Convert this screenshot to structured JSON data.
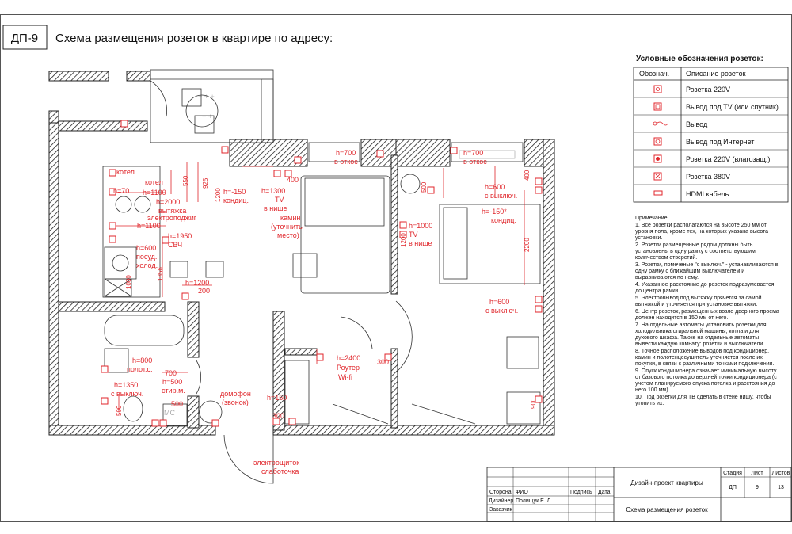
{
  "header": {
    "sheet_code": "ДП-9",
    "title": "Схема размещения розеток в квартире по адресу:"
  },
  "legend": {
    "title": "Условные обозначения розеток:",
    "col_symbol": "Обознач.",
    "col_desc": "Описание розеток",
    "rows": [
      {
        "icon": "socket-220v-icon",
        "label": "Розетка 220V"
      },
      {
        "icon": "tv-outlet-icon",
        "label": "Вывод под TV (или спутник)"
      },
      {
        "icon": "wire-outlet-icon",
        "label": "Вывод"
      },
      {
        "icon": "internet-outlet-icon",
        "label": "Вывод под Интернет"
      },
      {
        "icon": "waterproof-socket-icon",
        "label": "Розетка 220V (влагозащ.)"
      },
      {
        "icon": "socket-380v-icon",
        "label": "Розетка 380V"
      },
      {
        "icon": "hdmi-cable-icon",
        "label": "HDMI кабель"
      }
    ]
  },
  "notes": {
    "heading": "Примечание:",
    "lines": [
      "1. Все розетки располагаются на высоте 250 мм от",
      "уровня пола, кроме тех, на которых указана высота",
      "установки.",
      "2. Розетки размещенные рядом должны быть",
      "установлены в одну рамку с соответствующим",
      "количеством отверстий.",
      "3. Розетки, помеченые \"с выключ.\" - устанавливаются в",
      "одну рамку с ближайшим выключателем и",
      "выравниваются по нему.",
      "4. Указанное расстояние до розеток подразумевается",
      "до центра рамки.",
      "5. Электровывод под вытяжку прячется за самой",
      "вытяжкой и уточняется при установке вытяжки.",
      "6. Центр розеток, размещенных возле дверного проема",
      "должен находится в 150 мм от него.",
      "7. На отдельные автоматы установить розетки для:",
      "холодильника,стиральной машины, котла и для",
      "духового шкафа. Также на отдельные автоматы",
      "вывести каждую комнату: розетки и выключатели.",
      "8. Точное расположение выводов под кондиционер,",
      "камин и полотенцесушитель уточняется после их",
      "покупки, в связи с различными точками подключения.",
      "9. Опуск кондиционера означает минимальную высоту",
      "от базового потолка до верхней точки кондиционера (с",
      "учетом планируемого опуска потолка и расстояния до",
      "него 100 мм).",
      "10. Под розетки для ТВ сделать в стене нишу, чтобы",
      "утопить их."
    ]
  },
  "plan_labels": {
    "boiler": "котел",
    "boiler_dim": "550",
    "h70": "h=70",
    "h1100_a": "h=1100",
    "dim925": "925",
    "dim1200_a": "1200",
    "h2000": "h=2000",
    "hood": "вытяжка",
    "igniter": "электроподжиг",
    "h1100_b": "h=1100",
    "h1950": "h=1950",
    "microwave": "СВЧ",
    "h600_dish": "h=600",
    "dishwasher": "посуд.",
    "fridge": "холод.",
    "dim1356": "1356",
    "dim1000": "1000",
    "h1200": "h=1200",
    "dim200": "200",
    "h150_cond": "h=-150",
    "cond_a": "кондиц.",
    "h1300": "h=1300",
    "tv_a": "TV",
    "niche_a": "в нише",
    "fireplace": "камин",
    "clarify": "(уточнить",
    "place": "место)",
    "dim400_a": "400",
    "h700_a": "h=700",
    "slope_a": "в откос",
    "h700_b": "h=700",
    "slope_b": "в откос",
    "dim500": "500",
    "dim1200_b": "1200",
    "h1000": "h=1000",
    "tv_b": "TV",
    "niche_b": "в нише",
    "h600_sw_a": "h=600",
    "with_switch_a": "с выключ.",
    "h150_cond_b": "h=-150*",
    "cond_b": "кондиц.",
    "dim400_b": "400",
    "dim2200": "2200",
    "h600_sw_b": "h=600",
    "with_switch_b": "с выключ.",
    "h800": "h=800",
    "towel": "полот.с.",
    "h1350": "h=1350",
    "with_switch_c": "с выключ.",
    "dim500_b": "500",
    "dim700": "700",
    "h500": "h=500",
    "washer": "стир.м.",
    "dim500_c": "500",
    "toilet": "МС",
    "intercom": "домофон",
    "bell": "(звонок)",
    "h2400": "h=2400",
    "router": "Роутер",
    "wifi": "Wi-fi",
    "dim300_a": "300",
    "h150": "h=150",
    "dim300_b": "300",
    "panel": "электрощиток",
    "lowcurrent": "слаботочка",
    "dim900": "900"
  },
  "title_block": {
    "stage_h": "Стадия",
    "sheet_h": "Лист",
    "sheets_h": "Листов",
    "project": "Дизайн-проект квартиры",
    "stage": "ДП",
    "sheet": "9",
    "sheets": "13",
    "r_side": "Сторона",
    "r_fio": "ФИО",
    "r_sign": "Подпись",
    "r_date": "Дата",
    "r_designer": "Дизайнер",
    "designer_name": "Полищук Е. Л.",
    "r_customer": "Заказчик",
    "sheet_title": "Схема размещения розеток"
  },
  "colors": {
    "accent": "#e0262b",
    "line": "#222222"
  }
}
